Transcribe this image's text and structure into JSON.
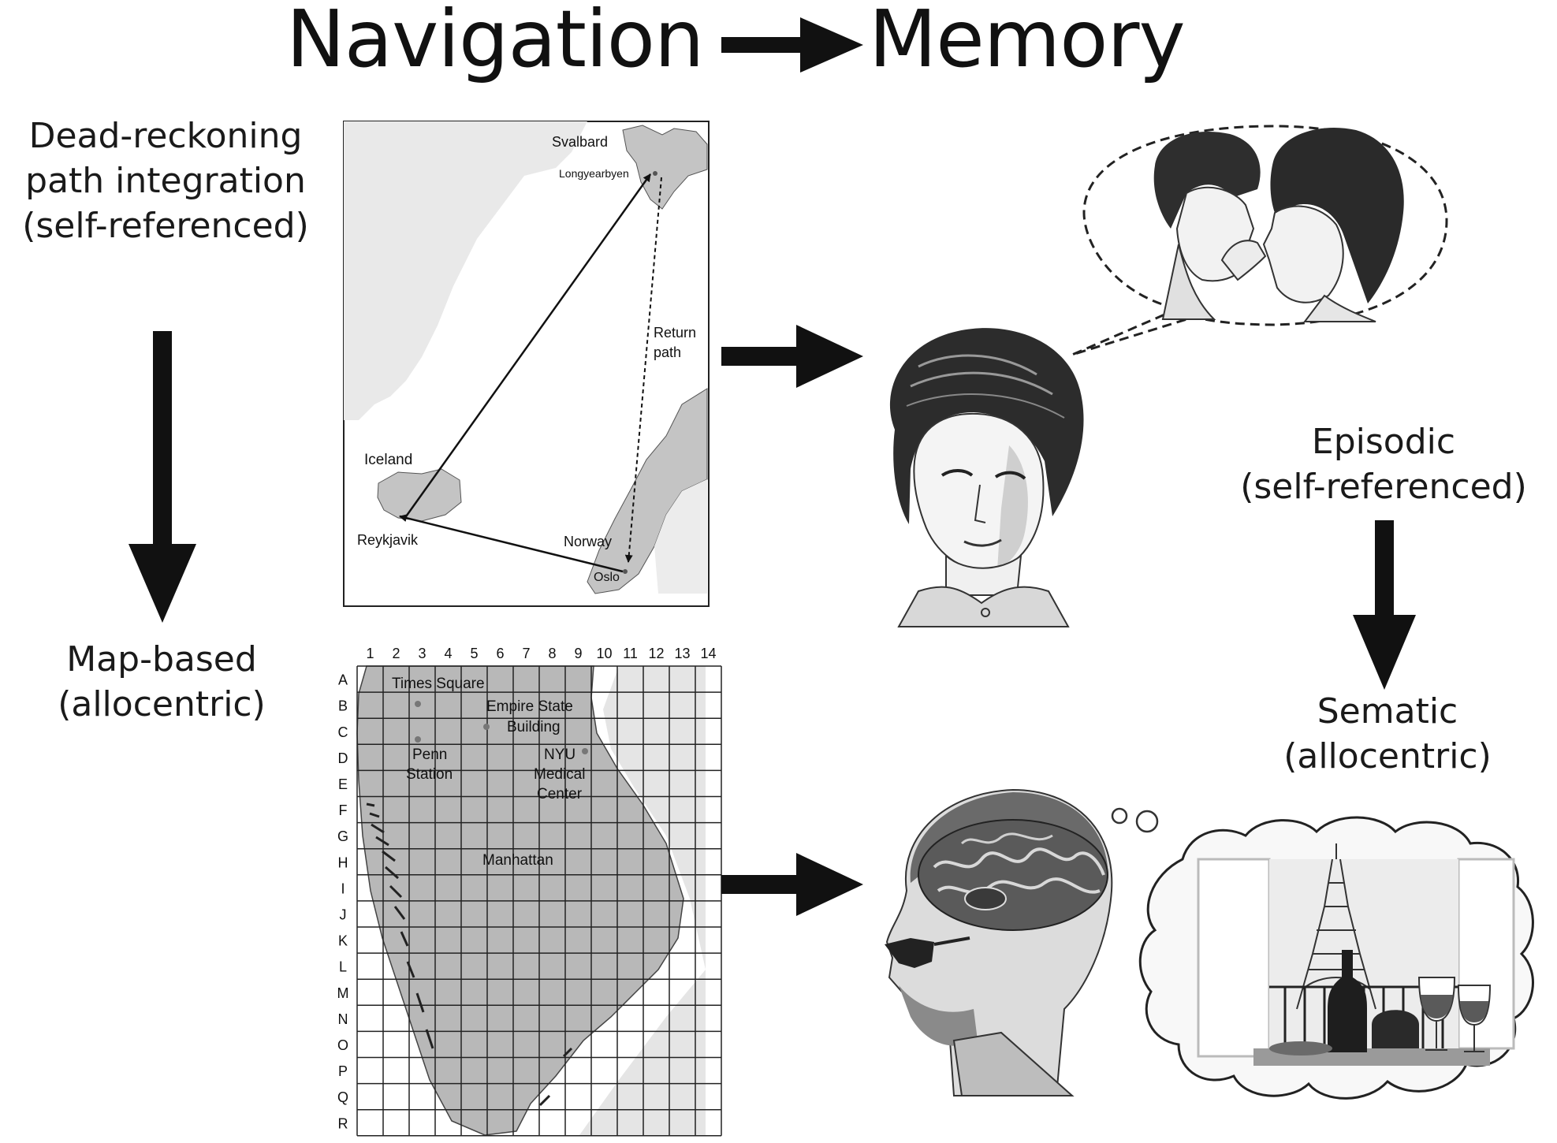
{
  "header": {
    "left_title": "Navigation",
    "right_title": "Memory"
  },
  "left_labels": {
    "dead_reckoning": [
      "Dead-reckoning",
      "path integration",
      "(self-referenced)"
    ],
    "map_based": [
      "Map-based",
      "(allocentric)"
    ]
  },
  "right_labels": {
    "episodic": [
      "Episodic",
      "(self-referenced)"
    ],
    "semantic": [
      "Sematic",
      "(allocentric)"
    ]
  },
  "nordic_map": {
    "places": {
      "svalbard": "Svalbard",
      "longyearbyen": "Longyearbyen",
      "return_path": [
        "Return",
        "path"
      ],
      "iceland": "Iceland",
      "reykjavik": "Reykjavik",
      "norway": "Norway",
      "oslo": "Oslo"
    }
  },
  "grid_map": {
    "columns": [
      "1",
      "2",
      "3",
      "4",
      "5",
      "6",
      "7",
      "8",
      "9",
      "10",
      "11",
      "12",
      "13",
      "14"
    ],
    "rows": [
      "A",
      "B",
      "C",
      "D",
      "E",
      "F",
      "G",
      "H",
      "I",
      "J",
      "K",
      "L",
      "M",
      "N",
      "O",
      "P",
      "Q",
      "R"
    ],
    "places": {
      "times_square": "Times Square",
      "empire_state": [
        "Empire State",
        "Building"
      ],
      "penn_station": [
        "Penn",
        "Station"
      ],
      "nyu": [
        "NYU",
        "Medical",
        "Center"
      ],
      "manhattan": "Manhattan"
    }
  }
}
